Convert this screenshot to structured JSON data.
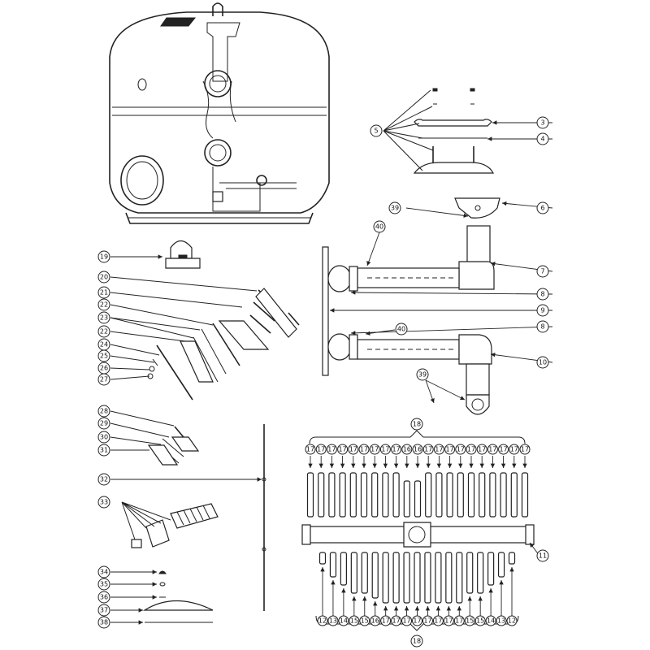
{
  "callouts": {
    "c3": "3",
    "c4": "4",
    "c5": "5",
    "c6": "6",
    "c7": "7",
    "c8a": "8",
    "c8b": "8",
    "c9": "9",
    "c10": "10",
    "c11": "11",
    "c39a": "39",
    "c39b": "39",
    "c40a": "40",
    "c40b": "40",
    "c19": "19",
    "c20": "20",
    "c21": "21",
    "c22a": "22",
    "c23": "23",
    "c22b": "22",
    "c24": "24",
    "c25": "25",
    "c26": "26",
    "c27": "27",
    "c28": "28",
    "c29": "29",
    "c30": "30",
    "c31": "31",
    "c32": "32",
    "c33": "33",
    "c34": "34",
    "c35": "35",
    "c36": "36",
    "c37": "37",
    "c38": "38",
    "c18top": "18",
    "c18bot": "18"
  },
  "lateral_top_labels": [
    "17",
    "17",
    "17",
    "17",
    "17",
    "17",
    "17",
    "17",
    "17",
    "16",
    "16",
    "17",
    "17",
    "17",
    "17",
    "17",
    "17",
    "17",
    "17",
    "17",
    "17"
  ],
  "lateral_bottom_labels": [
    "12",
    "13",
    "14",
    "15",
    "15",
    "16",
    "17",
    "17",
    "17",
    "17",
    "17",
    "17",
    "17",
    "17",
    "15",
    "15",
    "14",
    "13",
    "12"
  ]
}
